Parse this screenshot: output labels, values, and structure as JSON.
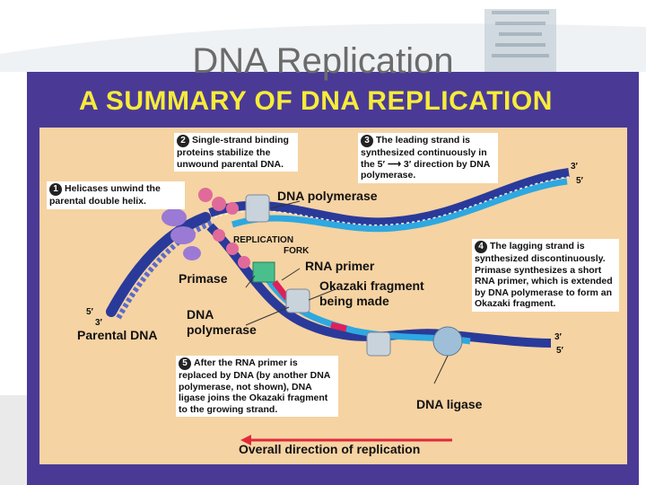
{
  "slide": {
    "title": "DNA Replication"
  },
  "figure": {
    "title": "A SUMMARY OF DNA REPLICATION",
    "callouts": [
      {
        "num": "1",
        "text": "Helicases unwind the parental double helix."
      },
      {
        "num": "2",
        "text": "Single-strand binding proteins stabilize the unwound parental DNA."
      },
      {
        "num": "3",
        "text": "The leading strand is synthesized continuously in the 5′ ⟶ 3′ direction by DNA polymerase."
      },
      {
        "num": "4",
        "text": "The lagging strand is synthesized discontinuously. Primase synthesizes a short RNA primer, which is extended by DNA polymerase to form an Okazaki fragment."
      },
      {
        "num": "5",
        "text": "After the RNA primer is replaced by DNA (by another DNA polymerase, not shown), DNA ligase joins the Okazaki fragment to the growing strand."
      }
    ],
    "labels": {
      "dna_polymerase_top": "DNA polymerase",
      "replication_fork_1": "REPLICATION",
      "replication_fork_2": "FORK",
      "rna_primer": "RNA primer",
      "primase": "Primase",
      "okazaki_1": "Okazaki fragment",
      "okazaki_2": "being made",
      "dna_polymerase_2a": "DNA",
      "dna_polymerase_2b": "polymerase",
      "parental_dna": "Parental DNA",
      "dna_ligase": "DNA ligase",
      "overall_direction": "Overall direction of replication",
      "end_3_top": "3′",
      "end_5_top": "5′",
      "end_5_left": "5′",
      "end_3_left": "3′",
      "end_3_right": "3′",
      "end_5_right": "5′"
    }
  },
  "colors": {
    "panel": "#4a3a96",
    "title": "#f7ec3a",
    "figure_bg": "#f6d3a3",
    "parental_strand": "#2a3a9a",
    "new_strand": "#2ea8e0",
    "rna_primer": "#e0205a",
    "arrow": "#e02a3a"
  }
}
